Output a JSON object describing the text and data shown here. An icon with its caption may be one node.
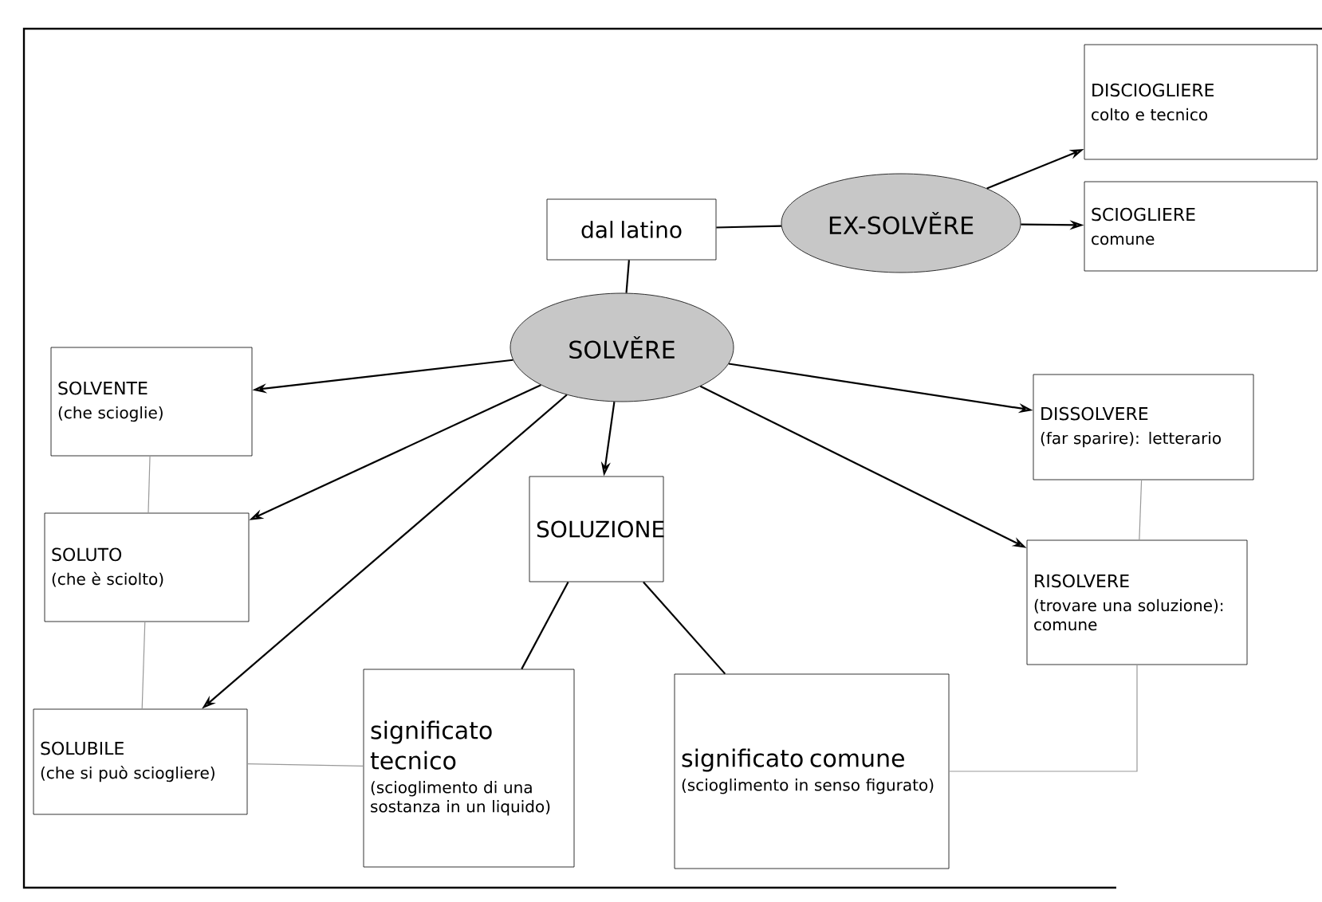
{
  "diagram": {
    "nodes": [
      {
        "text": [
          "dal latino"
        ]
      },
      {
        "text": [
          "EX-SOLVĚRE"
        ]
      },
      {
        "text": [
          "DISCIOGLIERE",
          "colto e tecnico"
        ]
      },
      {
        "text": [
          "SCIOGLIERE",
          "comune"
        ]
      },
      {
        "text": [
          "SOLVĚRE"
        ]
      },
      {
        "text": [
          "SOLVENTE",
          "(che scioglie)"
        ]
      },
      {
        "text": [
          "SOLUTO",
          "(che è sciolto)"
        ]
      },
      {
        "text": [
          "SOLUBILE",
          "(che si può sciogliere)"
        ]
      },
      {
        "text": [
          "SOLUZIONE"
        ]
      },
      {
        "text": [
          "significato tecnico",
          "(scioglimento di una sostanza in un liquido)"
        ]
      },
      {
        "text": [
          "significato comune",
          "(scioglimento in senso figurato)"
        ]
      },
      {
        "text": [
          "DISSOLVERE",
          "(far sparire): letterario"
        ]
      },
      {
        "text": [
          "RISOLVERE",
          "(trovare una soluzione): comune"
        ]
      }
    ],
    "edges": [
      {
        "from": 0,
        "to": 1,
        "arrow": "none"
      },
      {
        "from": 0,
        "to": 4,
        "arrow": "none"
      },
      {
        "from": 1,
        "to": 2,
        "arrow": "to"
      },
      {
        "from": 1,
        "to": 3,
        "arrow": "to"
      },
      {
        "from": 4,
        "to": 5,
        "arrow": "to"
      },
      {
        "from": 4,
        "to": 6,
        "arrow": "to"
      },
      {
        "from": 4,
        "to": 7,
        "arrow": "to"
      },
      {
        "from": 4,
        "to": 8,
        "arrow": "to"
      },
      {
        "from": 4,
        "to": 11,
        "arrow": "to"
      },
      {
        "from": 4,
        "to": 12,
        "arrow": "to"
      },
      {
        "from": 8,
        "to": 9,
        "arrow": "none"
      },
      {
        "from": 8,
        "to": 10,
        "arrow": "none"
      },
      {
        "from": 5,
        "to": 6,
        "arrow": "none",
        "color": "#999999"
      },
      {
        "from": 6,
        "to": 7,
        "arrow": "none",
        "color": "#999999"
      },
      {
        "from": 7,
        "to": 9,
        "arrow": "none",
        "color": "#999999"
      },
      {
        "from": 11,
        "to": 12,
        "arrow": "none",
        "color": "#999999"
      },
      {
        "from": 12,
        "to": 10,
        "arrow": "none",
        "color": "#999999"
      }
    ]
  }
}
